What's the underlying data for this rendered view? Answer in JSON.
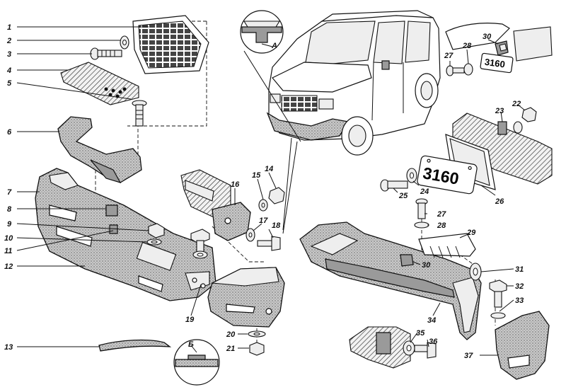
{
  "callouts": {
    "left": [
      {
        "num": "1"
      },
      {
        "num": "2"
      },
      {
        "num": "3"
      },
      {
        "num": "4"
      },
      {
        "num": "5"
      },
      {
        "num": "6"
      },
      {
        "num": "7"
      },
      {
        "num": "8"
      },
      {
        "num": "9"
      },
      {
        "num": "10"
      },
      {
        "num": "11"
      },
      {
        "num": "12"
      },
      {
        "num": "13"
      }
    ],
    "center": [
      {
        "num": "14"
      },
      {
        "num": "15"
      },
      {
        "num": "16"
      },
      {
        "num": "17"
      },
      {
        "num": "18"
      },
      {
        "num": "19"
      },
      {
        "num": "20"
      },
      {
        "num": "21"
      }
    ],
    "right": [
      {
        "num": "22"
      },
      {
        "num": "23"
      },
      {
        "num": "24"
      },
      {
        "num": "25"
      },
      {
        "num": "26"
      },
      {
        "num": "27"
      },
      {
        "num": "28"
      },
      {
        "num": "29"
      },
      {
        "num": "30"
      },
      {
        "num": "31"
      },
      {
        "num": "32"
      },
      {
        "num": "33"
      },
      {
        "num": "34"
      },
      {
        "num": "35"
      },
      {
        "num": "36"
      },
      {
        "num": "37"
      }
    ],
    "top_right": [
      {
        "num": "27"
      },
      {
        "num": "28"
      },
      {
        "num": "30"
      }
    ]
  },
  "details": {
    "detail_a_letter": "А",
    "detail_b_letter": "Б"
  },
  "plates": {
    "small_plate_text": "3160",
    "large_plate_text": "3160"
  },
  "colors": {
    "ink": "#111111",
    "fill": "#d8d8d8",
    "background": "#ffffff"
  }
}
